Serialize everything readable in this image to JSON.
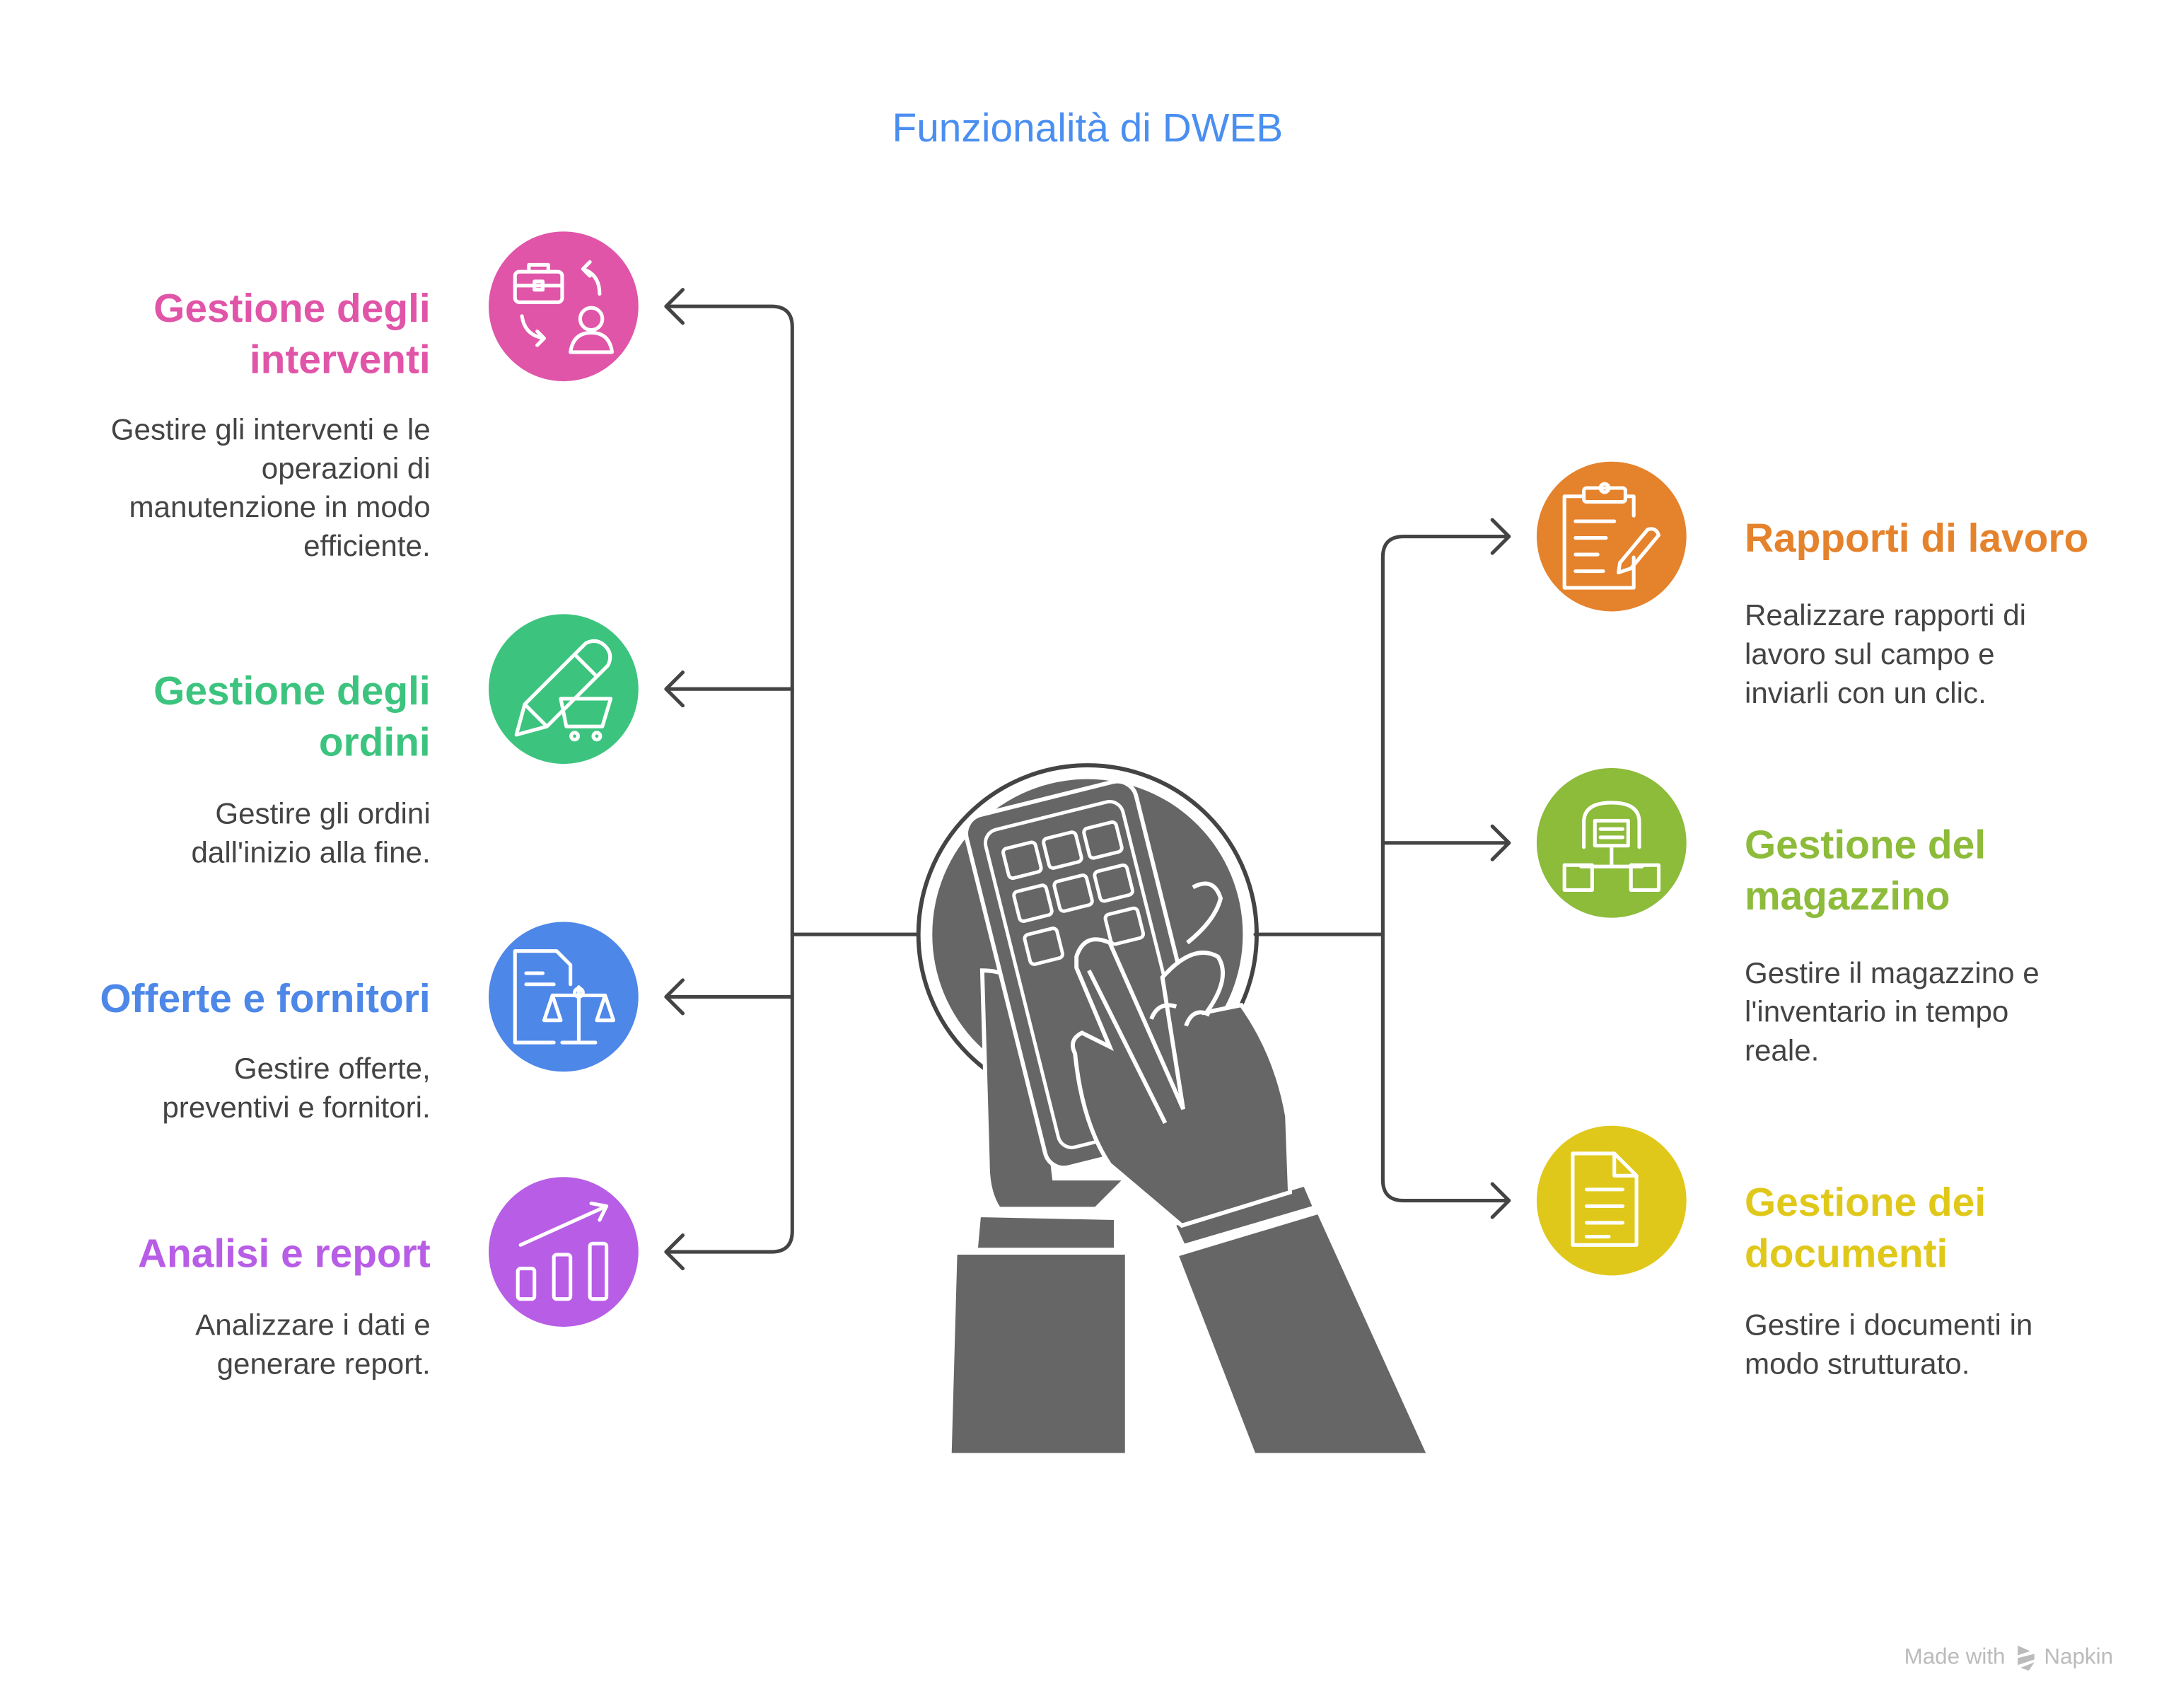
{
  "title": "Funzionalità di DWEB",
  "title_color": "#4a8ff0",
  "left_items": [
    {
      "title_lines": [
        "Gestione degli",
        "interventi"
      ],
      "desc_lines": [
        "Gestire gli interventi e le",
        "operazioni di",
        "manutenzione in modo",
        "efficiente."
      ],
      "color": "#e055a8",
      "icon": "briefcase-person-exchange-icon"
    },
    {
      "title_lines": [
        "Gestione degli",
        "ordini"
      ],
      "desc_lines": [
        "Gestire gli ordini",
        "dall'inizio alla fine."
      ],
      "color": "#3cc47e",
      "icon": "pencil-cart-icon"
    },
    {
      "title_lines": [
        "Offerte e fornitori"
      ],
      "desc_lines": [
        "Gestire offerte,",
        "preventivi e fornitori."
      ],
      "color": "#4d87e8",
      "icon": "document-scale-icon"
    },
    {
      "title_lines": [
        "Analisi e report"
      ],
      "desc_lines": [
        "Analizzare i dati e",
        "generare report."
      ],
      "color": "#b85de6",
      "icon": "bar-chart-trend-icon"
    }
  ],
  "right_items": [
    {
      "title_lines": [
        "Rapporti di lavoro"
      ],
      "desc_lines": [
        "Realizzare rapporti di",
        "lavoro sul campo e",
        "inviarli con un clic."
      ],
      "color": "#e5822c",
      "icon": "clipboard-pencil-icon"
    },
    {
      "title_lines": [
        "Gestione del",
        "magazzino"
      ],
      "desc_lines": [
        "Gestire il magazzino e",
        "l'inventario in tempo",
        "reale."
      ],
      "color": "#8dbb3a",
      "icon": "warehouse-icon"
    },
    {
      "title_lines": [
        "Gestione dei",
        "documenti"
      ],
      "desc_lines": [
        "Gestire i documenti in",
        "modo strutturato."
      ],
      "color": "#e0c81a",
      "icon": "document-icon"
    }
  ],
  "footer": {
    "made_with": "Made with",
    "brand": "Napkin"
  }
}
